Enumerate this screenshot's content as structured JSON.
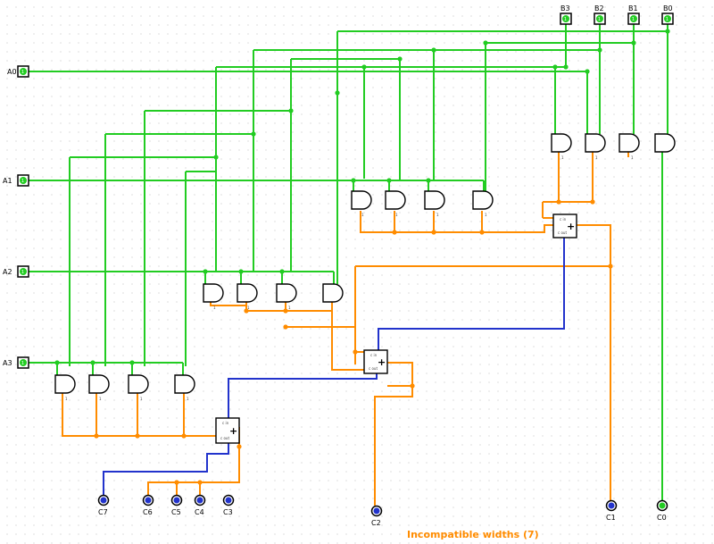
{
  "inputs": {
    "a0": "A0",
    "a1": "A1",
    "a2": "A2",
    "a3": "A3",
    "b3": "B3",
    "b2": "B2",
    "b1": "B1",
    "b0": "B0"
  },
  "outputs": {
    "c0": "C0",
    "c1": "C1",
    "c2": "C2",
    "c3": "C3",
    "c4": "C4",
    "c5": "C5",
    "c6": "C6",
    "c7": "C7"
  },
  "adder": {
    "cin": "c in",
    "cout": "c out",
    "plus": "+"
  },
  "pin_value": "1",
  "status": "Incompatible widths (7)",
  "colors": {
    "logic_high": "#22cc22",
    "bus": "#ff8c00",
    "unknown": "#2233cc"
  }
}
